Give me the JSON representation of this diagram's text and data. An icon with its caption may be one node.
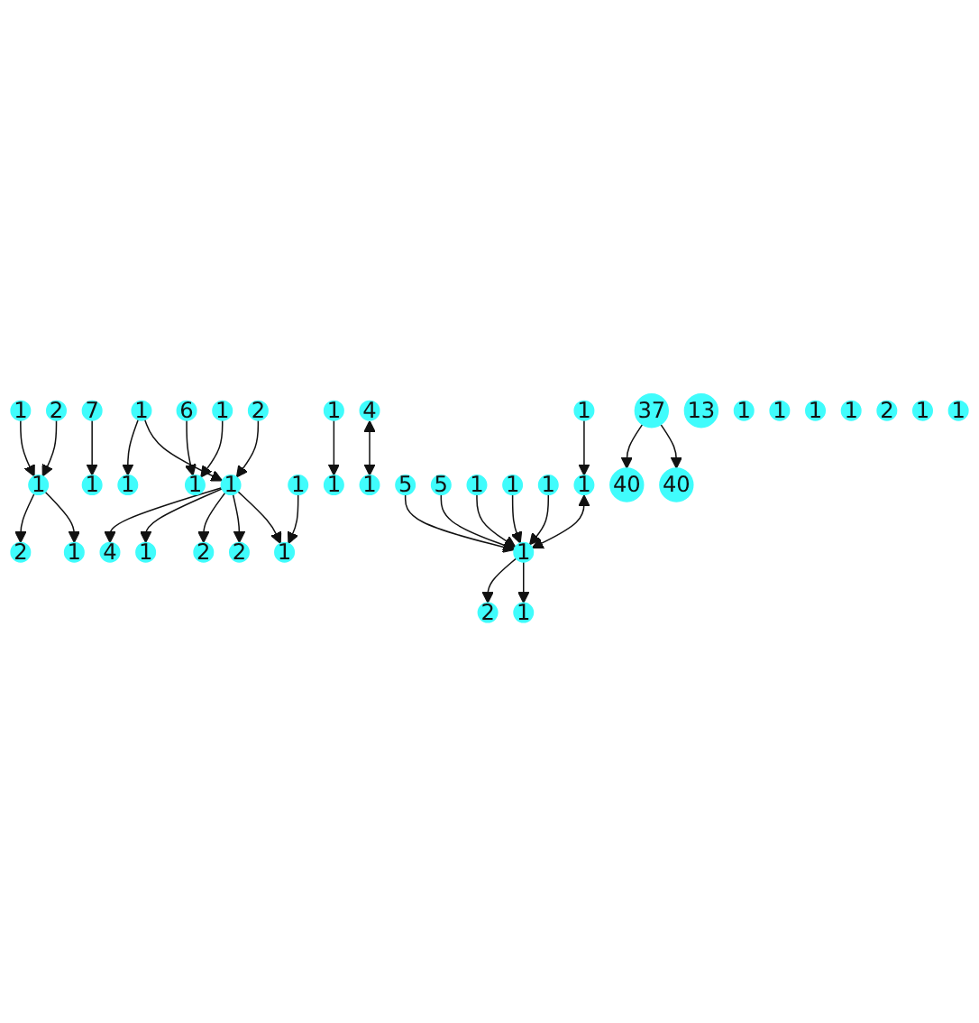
{
  "diagram": {
    "nodes": [
      {
        "text": [
          "40"
        ]
      },
      {
        "text": [
          "1"
        ]
      },
      {
        "text": [
          "13"
        ]
      },
      {
        "text": [
          "1"
        ]
      },
      {
        "text": [
          "2"
        ]
      },
      {
        "text": [
          "2"
        ]
      },
      {
        "text": [
          "1"
        ]
      },
      {
        "text": [
          "1"
        ]
      },
      {
        "text": [
          "1"
        ]
      },
      {
        "text": [
          "2"
        ]
      },
      {
        "text": [
          "1"
        ]
      },
      {
        "text": [
          "1"
        ]
      },
      {
        "text": [
          "1"
        ]
      },
      {
        "text": [
          "7"
        ]
      },
      {
        "text": [
          "4"
        ]
      },
      {
        "text": [
          "1"
        ]
      },
      {
        "text": [
          "1"
        ]
      },
      {
        "text": [
          "1"
        ]
      },
      {
        "text": [
          "1"
        ]
      },
      {
        "text": [
          "1"
        ]
      },
      {
        "text": [
          "1"
        ]
      },
      {
        "text": [
          "6"
        ]
      },
      {
        "text": [
          "1"
        ]
      },
      {
        "text": [
          "1"
        ]
      },
      {
        "text": [
          "37"
        ]
      },
      {
        "text": [
          "2"
        ]
      },
      {
        "text": [
          "1"
        ]
      },
      {
        "text": [
          "2"
        ]
      },
      {
        "text": [
          "1"
        ]
      },
      {
        "text": [
          "2"
        ]
      },
      {
        "text": [
          "1"
        ]
      },
      {
        "text": [
          "1"
        ]
      },
      {
        "text": [
          "1"
        ]
      },
      {
        "text": [
          "1"
        ]
      },
      {
        "text": [
          "1"
        ]
      },
      {
        "text": [
          "1"
        ]
      },
      {
        "text": [
          "1"
        ]
      },
      {
        "text": [
          "1"
        ]
      },
      {
        "text": [
          "2"
        ]
      },
      {
        "text": [
          "1"
        ]
      },
      {
        "text": [
          "4"
        ]
      },
      {
        "text": [
          "1"
        ]
      },
      {
        "text": [
          "5"
        ]
      },
      {
        "text": [
          "5"
        ]
      },
      {
        "text": [
          "40"
        ]
      }
    ],
    "edges": [
      {
        "from": 6,
        "to": 1,
        "arrow": "to"
      },
      {
        "from": 3,
        "to": 10,
        "arrow": "to"
      },
      {
        "from": 4,
        "to": 10,
        "arrow": "to"
      },
      {
        "from": 10,
        "to": 5,
        "arrow": "to"
      },
      {
        "from": 10,
        "to": 8,
        "arrow": "to"
      },
      {
        "from": 13,
        "to": 17,
        "arrow": "to"
      },
      {
        "from": 21,
        "to": 22,
        "arrow": "to"
      },
      {
        "from": 11,
        "to": 22,
        "arrow": "to"
      },
      {
        "from": 20,
        "to": 14,
        "arrow": "to"
      },
      {
        "from": 20,
        "to": 19,
        "arrow": "to"
      },
      {
        "from": 20,
        "to": 25,
        "arrow": "to"
      },
      {
        "from": 20,
        "to": 29,
        "arrow": "to"
      },
      {
        "from": 9,
        "to": 20,
        "arrow": "to"
      },
      {
        "from": 6,
        "to": 20,
        "arrow": "to"
      },
      {
        "from": 20,
        "to": 7,
        "arrow": "to"
      },
      {
        "from": 15,
        "to": 7,
        "arrow": "to"
      },
      {
        "from": 32,
        "to": 37,
        "arrow": "to"
      },
      {
        "from": 40,
        "to": 33,
        "arrow": "both"
      },
      {
        "from": 34,
        "to": 38,
        "arrow": "to"
      },
      {
        "from": 34,
        "to": 41,
        "arrow": "to"
      },
      {
        "from": 42,
        "to": 34,
        "arrow": "to"
      },
      {
        "from": 43,
        "to": 34,
        "arrow": "to"
      },
      {
        "from": 39,
        "to": 34,
        "arrow": "to"
      },
      {
        "from": 36,
        "to": 34,
        "arrow": "to"
      },
      {
        "from": 35,
        "to": 34,
        "arrow": "to"
      },
      {
        "from": 30,
        "to": 34,
        "arrow": "both"
      },
      {
        "from": 12,
        "to": 30,
        "arrow": "to"
      },
      {
        "from": 24,
        "to": 0,
        "arrow": "to"
      },
      {
        "from": 24,
        "to": 44,
        "arrow": "to"
      }
    ]
  }
}
